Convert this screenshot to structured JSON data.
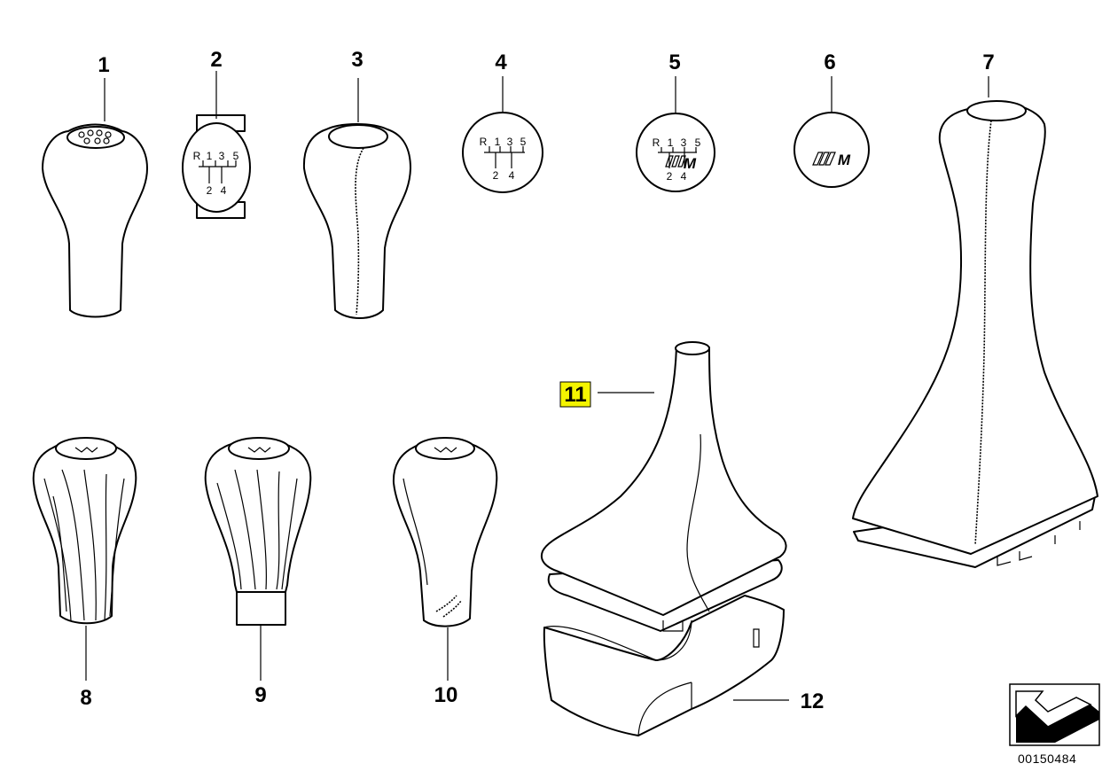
{
  "diagram": {
    "callouts": [
      "1",
      "2",
      "3",
      "4",
      "5",
      "6",
      "7",
      "8",
      "9",
      "10",
      "11",
      "12"
    ],
    "highlighted_callout": "11",
    "highlight_color": "#f4f400",
    "shift_pattern": {
      "top_row": [
        "R",
        "1",
        "3",
        "5"
      ],
      "bottom_row": [
        "2",
        "4"
      ]
    },
    "m_logo": "M",
    "reference_number": "00150484",
    "icons": [
      "arrow-icon"
    ]
  }
}
